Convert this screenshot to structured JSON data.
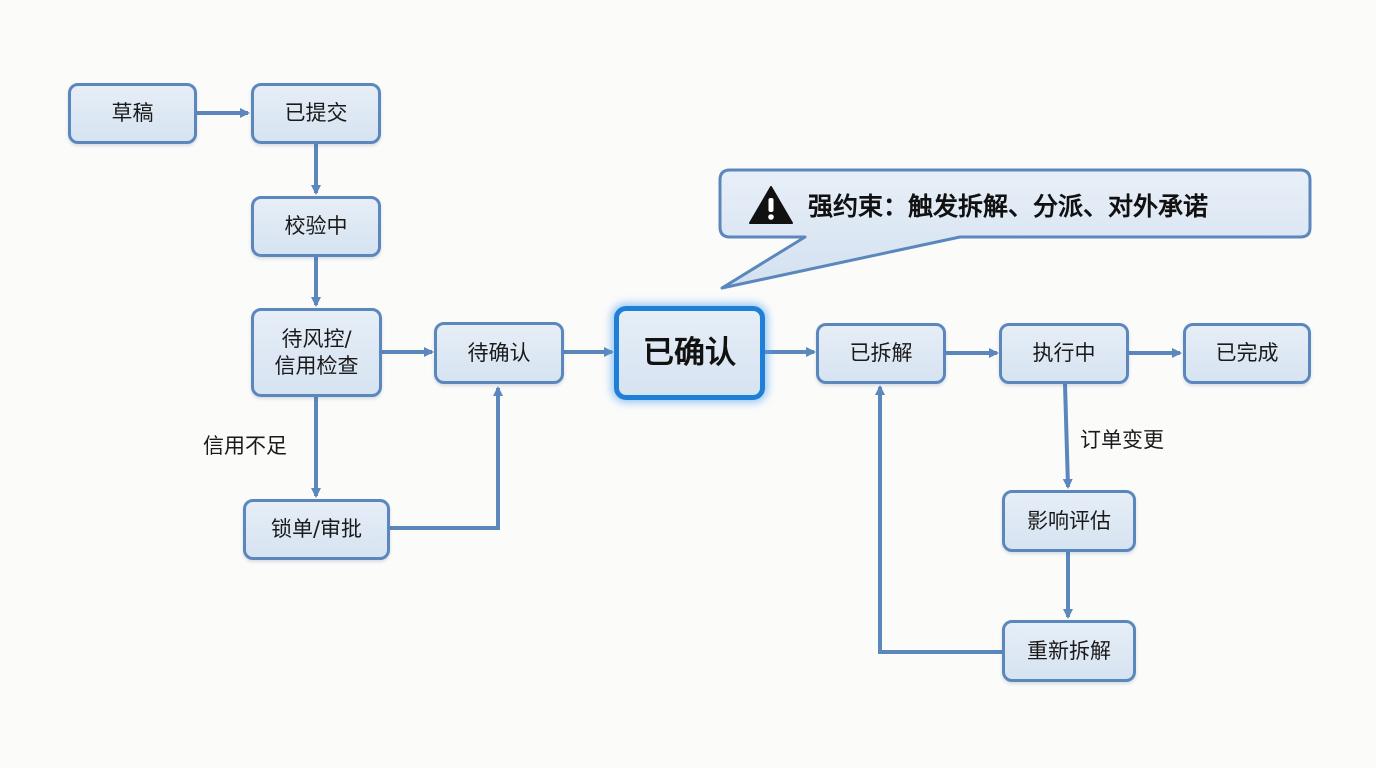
{
  "diagram": {
    "type": "state-flowchart",
    "colors": {
      "node_fill": "#dbe6f2",
      "node_border": "#5b87bd",
      "arrow": "#5b87bd",
      "focus_border": "#1f7fd6",
      "callout_fill": "#dce7f2"
    },
    "nodes": {
      "draft": "草稿",
      "submitted": "已提交",
      "validating": "校验中",
      "risk_check": "待风控/\n信用检查",
      "lock_approve": "锁单/审批",
      "pending_confirm": "待确认",
      "confirmed": "已确认",
      "split": "已拆解",
      "executing": "执行中",
      "completed": "已完成",
      "impact_assess": "影响评估",
      "re_split": "重新拆解"
    },
    "edge_labels": {
      "credit_insufficient": "信用不足",
      "order_change": "订单变更"
    },
    "edges": [
      {
        "from": "草稿",
        "to": "已提交"
      },
      {
        "from": "已提交",
        "to": "校验中"
      },
      {
        "from": "校验中",
        "to": "待风控/信用检查"
      },
      {
        "from": "待风控/信用检查",
        "to": "待确认"
      },
      {
        "from": "待风控/信用检查",
        "to": "锁单/审批",
        "label": "信用不足"
      },
      {
        "from": "锁单/审批",
        "to": "待确认"
      },
      {
        "from": "待确认",
        "to": "已确认"
      },
      {
        "from": "已确认",
        "to": "已拆解"
      },
      {
        "from": "已拆解",
        "to": "执行中"
      },
      {
        "from": "执行中",
        "to": "已完成"
      },
      {
        "from": "执行中",
        "to": "影响评估",
        "label": "订单变更"
      },
      {
        "from": "影响评估",
        "to": "重新拆解"
      },
      {
        "from": "重新拆解",
        "to": "已拆解"
      }
    ],
    "callout": {
      "icon": "warning-icon",
      "text": "强约束：触发拆解、分派、对外承诺",
      "points_to": "已确认"
    }
  }
}
